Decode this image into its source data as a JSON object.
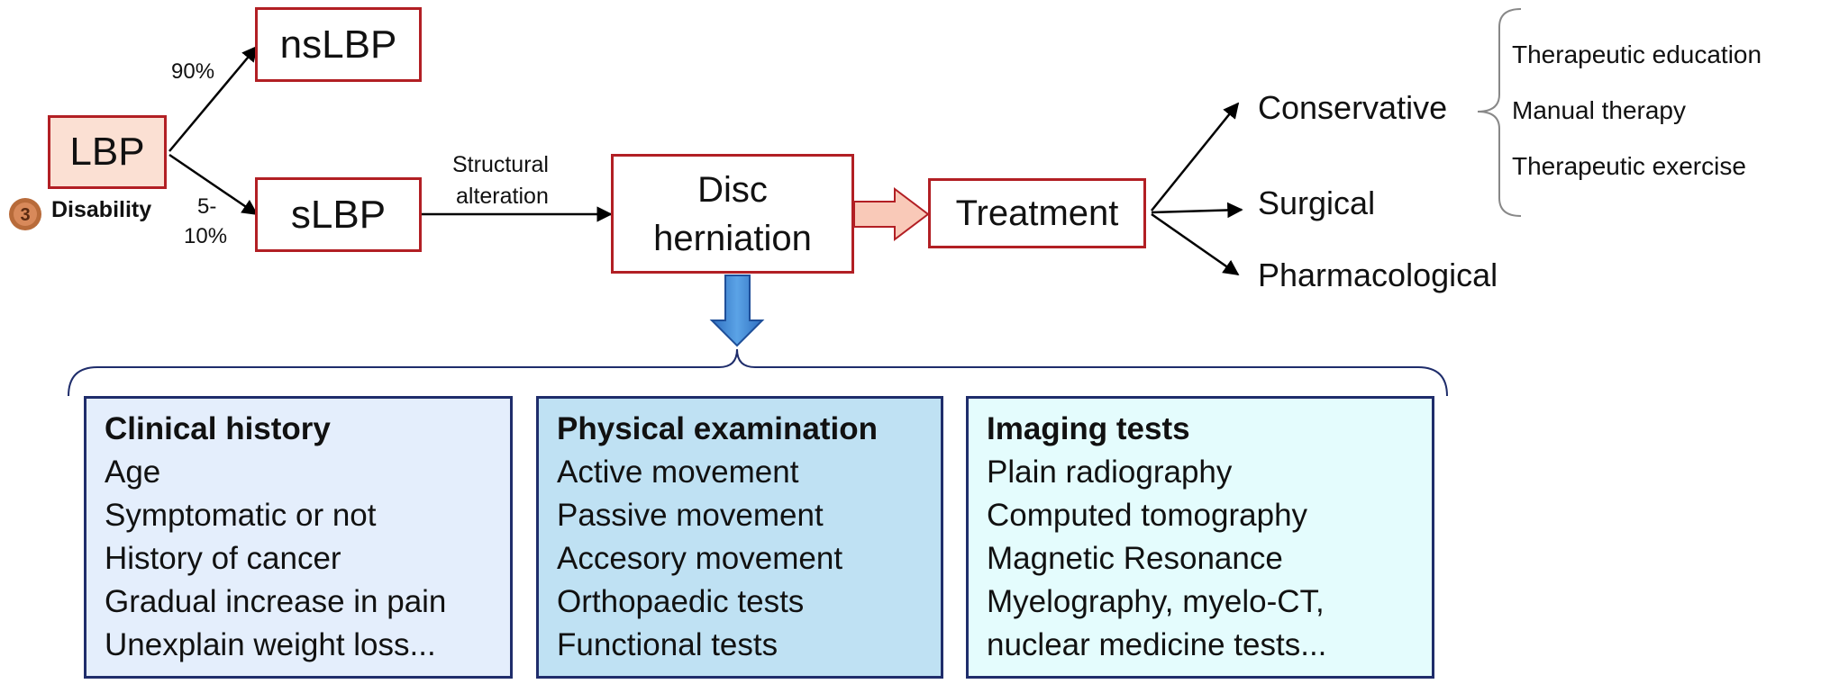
{
  "nodes": {
    "lbp": "LBP",
    "nslbp": "nsLBP",
    "slbp": "sLBP",
    "disc_line1": "Disc",
    "disc_line2": "herniation",
    "treatment": "Treatment"
  },
  "labels": {
    "pct_90": "90%",
    "pct_5": "5-",
    "pct_10": "10%",
    "disability": "Disability",
    "medal_number": "3",
    "structural": "Structural",
    "alteration": "alteration"
  },
  "treatment_types": {
    "conservative": "Conservative",
    "surgical": "Surgical",
    "pharmacological": "Pharmacological"
  },
  "conservative_items": [
    "Therapeutic education",
    "Manual therapy",
    "Therapeutic exercise"
  ],
  "diagnosis_boxes": [
    {
      "title": "Clinical history",
      "items": [
        "Age",
        "Symptomatic or not",
        "History of cancer",
        "Gradual increase in pain",
        "Unexplain weight loss..."
      ],
      "color": "#e4eefc"
    },
    {
      "title": "Physical examination",
      "items": [
        "Active movement",
        "Passive movement",
        "Accesory movement",
        "Orthopaedic tests",
        "Functional tests"
      ],
      "color": "#bfe1f3"
    },
    {
      "title": "Imaging tests",
      "items": [
        "Plain radiography",
        "Computed tomography",
        "Magnetic Resonance",
        "Myelography, myelo-CT,",
        "nuclear medicine tests..."
      ],
      "color": "#e4fcfd"
    }
  ],
  "colors": {
    "node_border": "#b21f24",
    "lbp_fill": "#fbe0d3",
    "box_border": "#1f2d6b",
    "down_arrow": "#3b82d4",
    "right_arrow_fill": "#f9c9b8"
  }
}
